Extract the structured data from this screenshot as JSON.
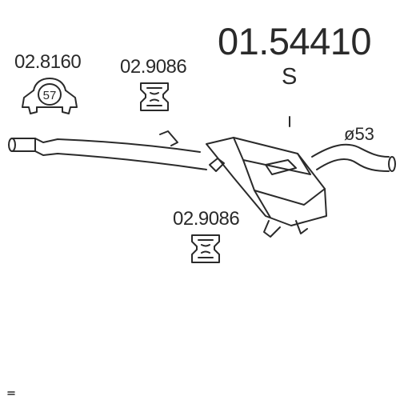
{
  "part_number": "01.54410",
  "variant": "S",
  "clamp": {
    "code": "02.8160",
    "size": "57"
  },
  "hanger_top": {
    "code": "02.9086"
  },
  "hanger_bottom": {
    "code": "02.9086"
  },
  "pipe_diameter": "ø53",
  "colors": {
    "line": "#2a2a2a",
    "background": "#ffffff"
  },
  "icons": [
    "clamp-icon",
    "rubber-hanger-icon",
    "muffler-icon",
    "exhaust-pipe-icon"
  ]
}
